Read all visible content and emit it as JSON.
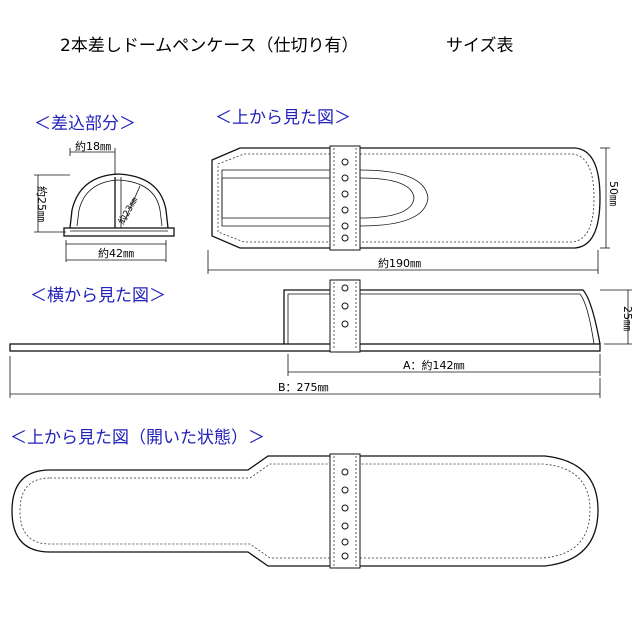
{
  "title": "2本差しドームペンケース（仕切り有）",
  "title_suffix": "サイズ表",
  "sections": {
    "insert": "＜差込部分＞",
    "top_view": "＜上から見た図＞",
    "side_view": "＜横から見た図＞",
    "open_view": "＜上から見た図（開いた状態）＞"
  },
  "dimensions": {
    "insert_top": "約18㎜",
    "insert_height": "約25㎜",
    "insert_diag": "約23㎜",
    "insert_width": "約42㎜",
    "top_length": "約190㎜",
    "top_width": "50㎜",
    "side_height": "25㎜",
    "side_a": "A：約142㎜",
    "side_b": "B：275㎜"
  }
}
